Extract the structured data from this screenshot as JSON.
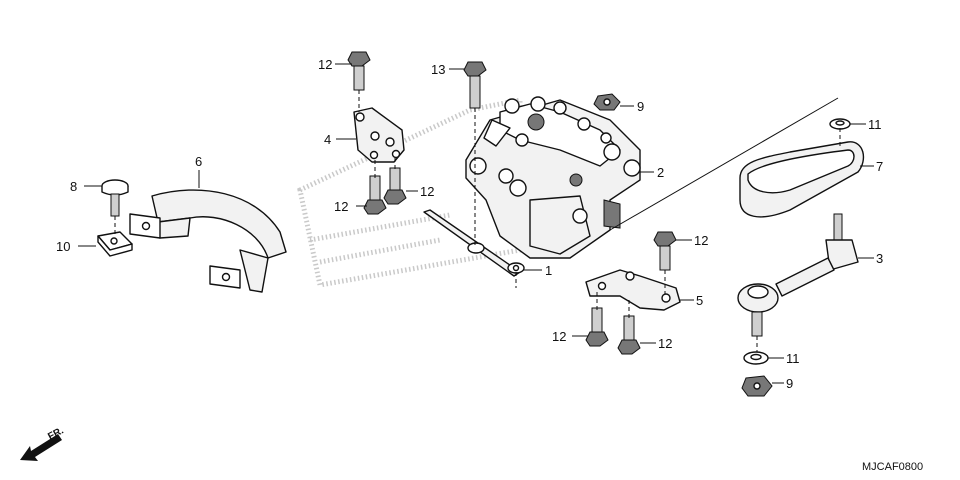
{
  "diagram": {
    "code": "MJCAF0800",
    "direction": "FR.",
    "callouts": [
      "1",
      "2",
      "3",
      "4",
      "5",
      "6",
      "7",
      "8",
      "9",
      "9",
      "10",
      "11",
      "11",
      "12",
      "12",
      "12",
      "12",
      "12",
      "12",
      "13"
    ]
  }
}
